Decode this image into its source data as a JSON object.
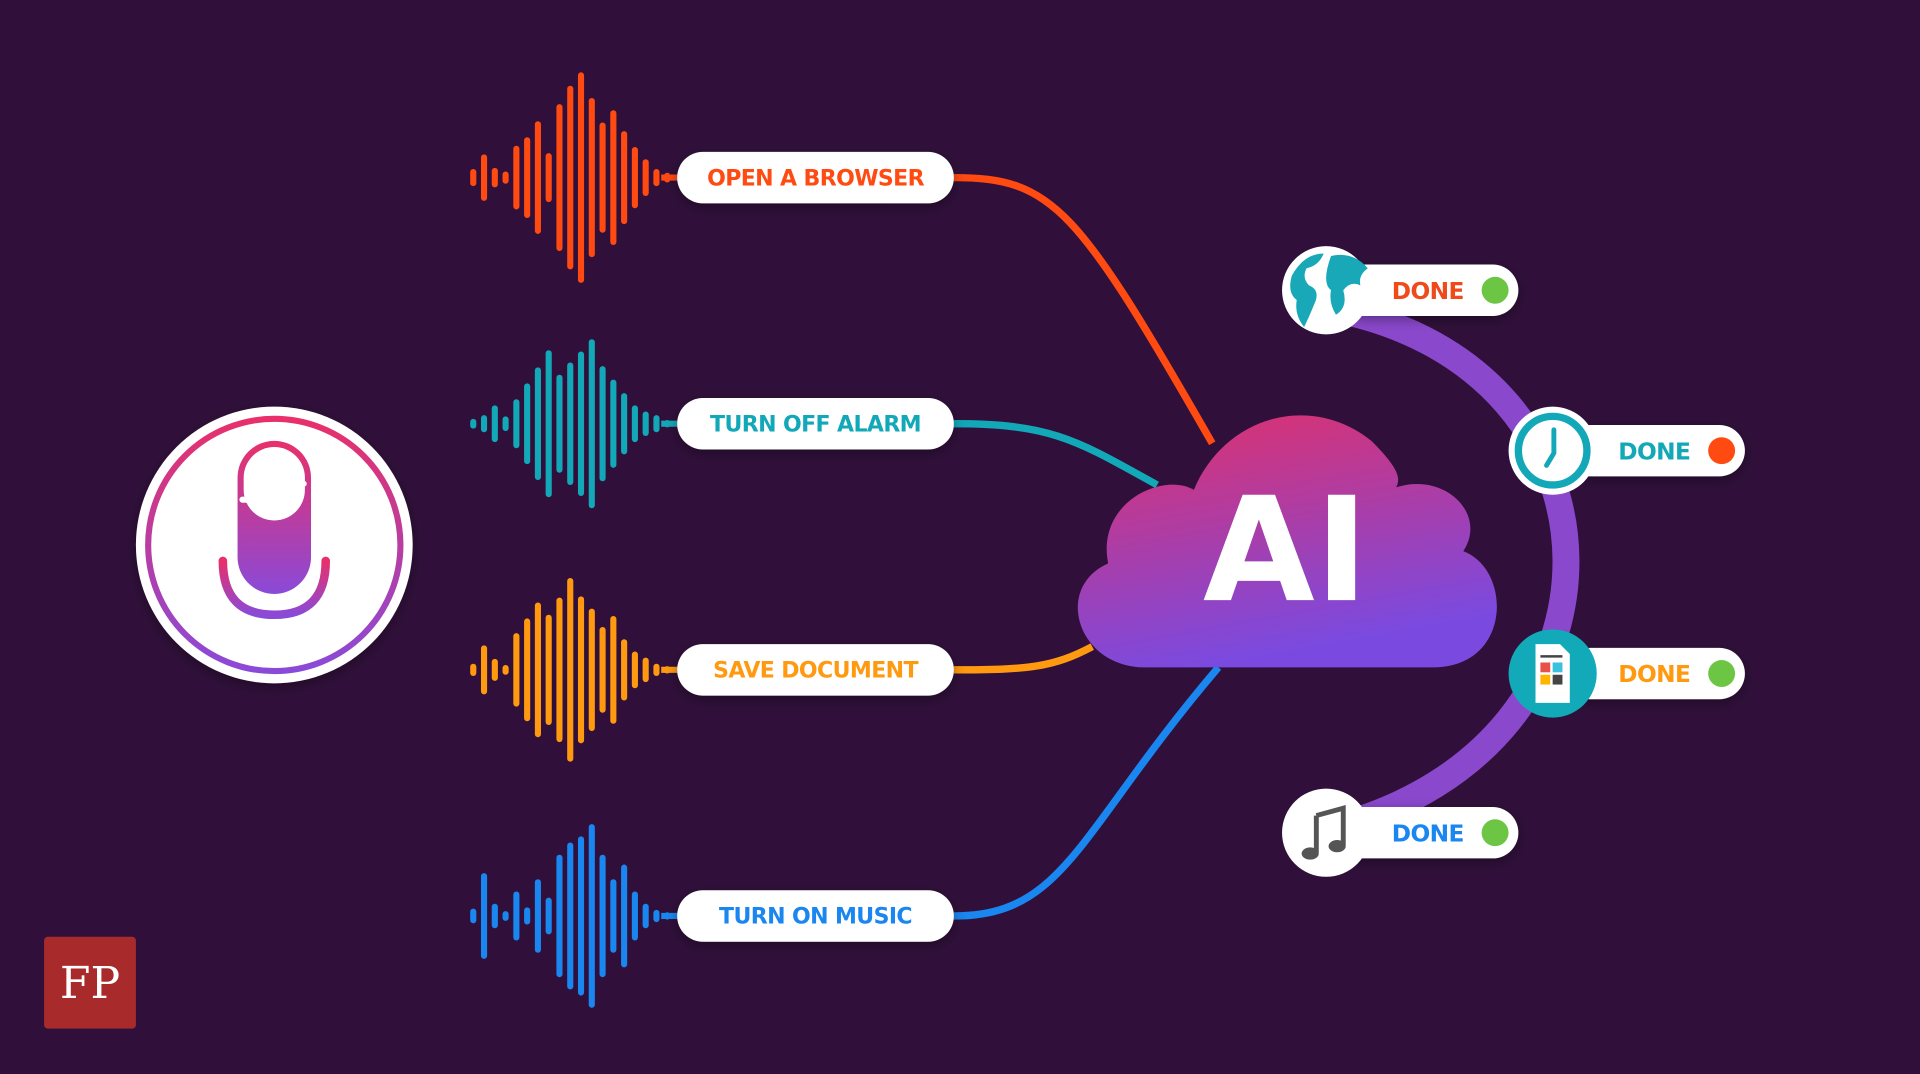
{
  "commands": [
    {
      "label": "OPEN A BROWSER",
      "color": "#ff4a12"
    },
    {
      "label": "TURN OFF  ALARM",
      "color": "#12a8b8"
    },
    {
      "label": "SAVE DOCUMENT",
      "color": "#ff9a10"
    },
    {
      "label": "TURN ON MUSIC",
      "color": "#1a86f0"
    }
  ],
  "center": {
    "label": "AI",
    "gradient": [
      "#e0306a",
      "#7a4ae0"
    ]
  },
  "results": [
    {
      "icon": "globe-icon",
      "label": "DONE",
      "text_color": "#ef4a1a",
      "status_color": "#6cc644"
    },
    {
      "icon": "clock-icon",
      "label": "DONE",
      "text_color": "#12a8b8",
      "status_color": "#ff4a12"
    },
    {
      "icon": "document-icon",
      "label": "DONE",
      "text_color": "#ff9a10",
      "status_color": "#6cc644"
    },
    {
      "icon": "music-note-icon",
      "label": "DONE",
      "text_color": "#1a86f0",
      "status_color": "#6cc644"
    }
  ],
  "logo": {
    "text": "FP",
    "color": "#a82a2a"
  },
  "background": "#30103a"
}
